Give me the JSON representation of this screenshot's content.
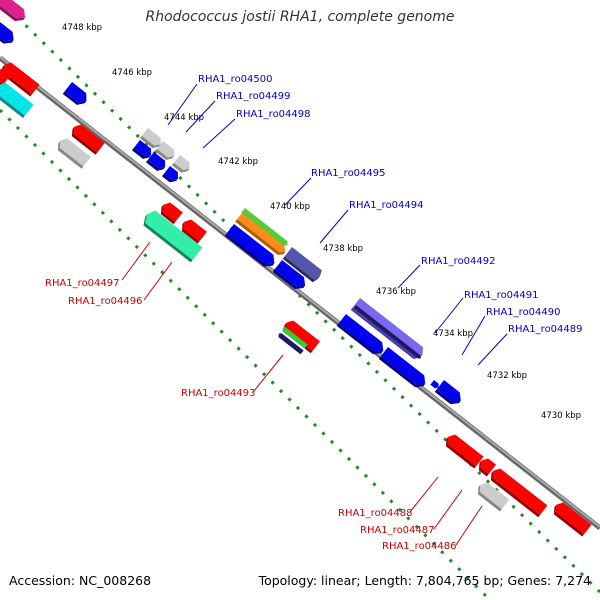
{
  "title": "Rhodococcus jostii RHA1, complete genome",
  "accession": "Accession: NC_008268",
  "topology": "Topology: linear; Length: 7,804,765 bp; Genes: 7,274",
  "colors": {
    "background": "#ffffff",
    "backbone": "#888888",
    "forward_label": "#0000cc",
    "reverse_label": "#cc0000",
    "tick": "#228b22"
  },
  "ruler": [
    "4748 kbp",
    "4746 kbp",
    "4744 kbp",
    "4742 kbp",
    "4740 kbp",
    "4738 kbp",
    "4736 kbp",
    "4734 kbp",
    "4732 kbp",
    "4730 kbp"
  ],
  "forward_genes": [
    "RHA1_ro04500",
    "RHA1_ro04499",
    "RHA1_ro04498",
    "RHA1_ro04495",
    "RHA1_ro04494",
    "RHA1_ro04492",
    "RHA1_ro04491",
    "RHA1_ro04490",
    "RHA1_ro04489"
  ],
  "reverse_genes": [
    "RHA1_ro04497",
    "RHA1_ro04496",
    "RHA1_ro04493",
    "RHA1_ro04488",
    "RHA1_ro04487",
    "RHA1_ro04486"
  ]
}
